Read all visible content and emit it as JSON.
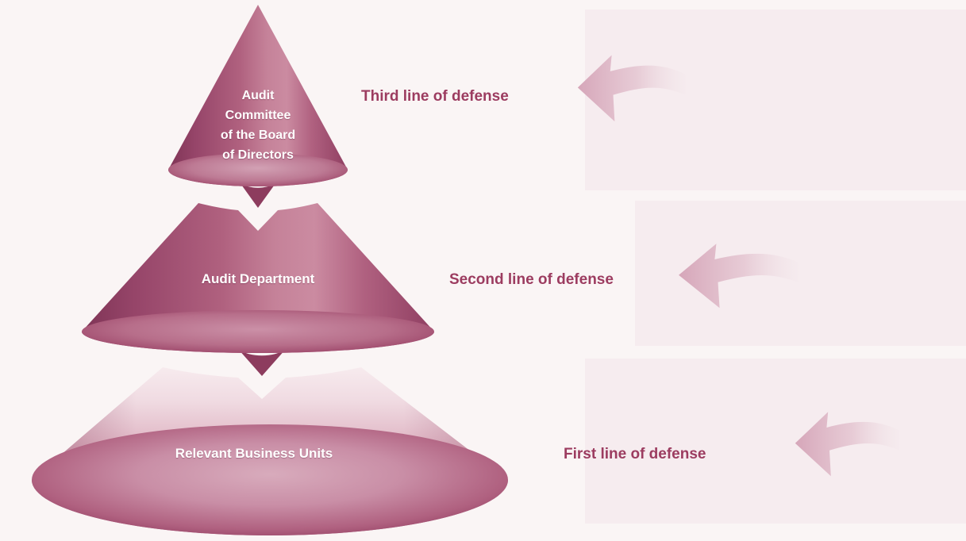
{
  "pyramid": {
    "tiers": [
      {
        "name": "top",
        "label": "Audit\nCommittee\nof the Board\nof Directors",
        "defense_label": "Third line of defense",
        "arrow_icon": "curved-left-arrow-icon"
      },
      {
        "name": "middle",
        "label": "Audit Department",
        "defense_label": "Second line of defense",
        "arrow_icon": "curved-left-arrow-icon"
      },
      {
        "name": "bottom",
        "label": "Relevant Business Units",
        "defense_label": "First line of defense",
        "arrow_icon": "curved-left-arrow-icon"
      }
    ]
  },
  "colors": {
    "background": "#faf5f5",
    "maroon_dark": "#7f3456",
    "maroon": "#a84f70",
    "rose_light": "#d9aebd",
    "defense_label_text": "#9c3c60",
    "tier_label_text": "#ffffff",
    "arrow_fill": "#d4a2b6"
  }
}
